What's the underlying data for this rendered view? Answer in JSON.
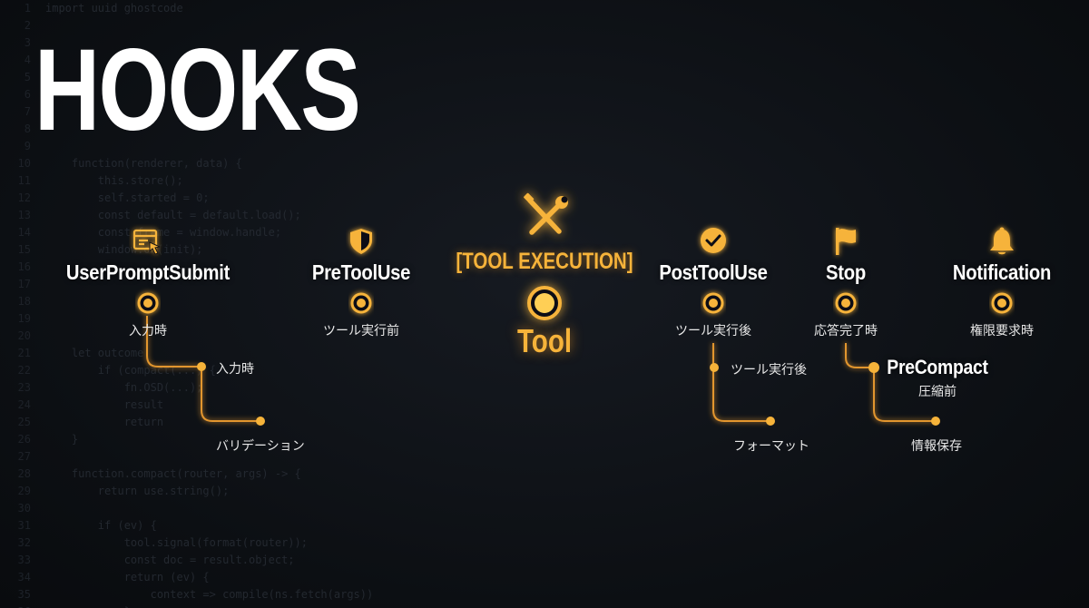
{
  "title": "HOOKS",
  "colors": {
    "accent": "#f6b33a",
    "line": "#f0a030",
    "background": "#0e1116",
    "text": "#ffffff"
  },
  "background_code": [
    "import uuid ghostcode",
    "",
    "",
    "",
    "",
    "",
    "",
    "",
    "",
    "    function(renderer, data) {",
    "        this.store();",
    "        self.started = 0;",
    "        const default = default.load();",
    "        const frame = window.handle;",
    "        window.on(init);",
    "",
    "",
    "",
    "",
    "",
    "    let outcome",
    "        if (compact(...) {",
    "            fn.OSD(...);",
    "            result",
    "            return",
    "    }",
    "",
    "    function.compact(router, args) -> {",
    "        return use.string();",
    "",
    "        if (ev) {",
    "            tool.signal(format(router));",
    "            const doc = result.object;",
    "            return (ev) {",
    "                context => compile(ns.fetch(args))",
    "            }"
  ],
  "hooks": {
    "user_prompt_submit": {
      "name": "UserPromptSubmit",
      "timing": "入力時",
      "branch_label": "入力時",
      "branch_end": "バリデーション",
      "icon": "form-cursor-icon"
    },
    "pre_tool_use": {
      "name": "PreToolUse",
      "timing": "ツール実行前",
      "icon": "shield-icon"
    },
    "tool_execution": {
      "label": "[TOOL EXECUTION]",
      "name": "Tool",
      "icon": "tools-icon"
    },
    "post_tool_use": {
      "name": "PostToolUse",
      "timing": "ツール実行後",
      "branch_label": "ツール実行後",
      "branch_end": "フォーマット",
      "icon": "check-circle-icon"
    },
    "stop": {
      "name": "Stop",
      "timing": "応答完了時",
      "icon": "flag-icon"
    },
    "pre_compact": {
      "name": "PreCompact",
      "timing": "圧縮前",
      "branch_end": "情報保存"
    },
    "notification": {
      "name": "Notification",
      "timing": "権限要求時",
      "icon": "bell-icon"
    }
  }
}
